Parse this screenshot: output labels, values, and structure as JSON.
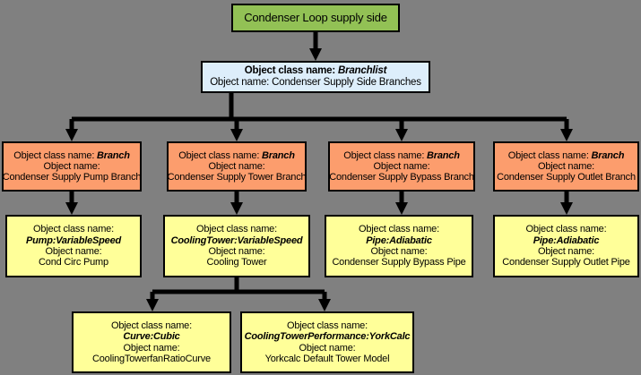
{
  "diagram": {
    "title": "Condenser Loop supply side",
    "background_color": "#808080",
    "colors": {
      "root": "#92c155",
      "branchlist": "#ddeefb",
      "branch": "#fc9d6d",
      "component": "#ffff99",
      "border": "#000000",
      "connector": "#000000"
    },
    "labels": {
      "class_prefix": "Object class name:",
      "name_prefix": "Object name:"
    },
    "nodes": {
      "root": {
        "text": "Condenser Loop supply side"
      },
      "branchlist": {
        "class_line": "Object class name:",
        "class_value": "Branchlist",
        "name_line": "Object name: Condenser Supply Side Branches"
      },
      "branch_pump": {
        "class_line": "Object class name:",
        "class_value": "Branch",
        "name_line": "Object name:",
        "name_value": "Condenser Supply Pump Branch"
      },
      "branch_tower": {
        "class_line": "Object class name:",
        "class_value": "Branch",
        "name_line": "Object name:",
        "name_value": "Condenser Supply Tower Branch"
      },
      "branch_bypass": {
        "class_line": "Object class name:",
        "class_value": "Branch",
        "name_line": "Object name:",
        "name_value": "Condenser Supply Bypass Branch"
      },
      "branch_outlet": {
        "class_line": "Object class name:",
        "class_value": "Branch",
        "name_line": "Object name:",
        "name_value": "Condenser Supply Outlet Branch"
      },
      "comp_pump": {
        "class_line": "Object class name:",
        "class_value": "Pump:VariableSpeed",
        "name_line": "Object name:",
        "name_value": "Cond Circ Pump"
      },
      "comp_tower": {
        "class_line": "Object class name:",
        "class_value": "CoolingTower:VariableSpeed",
        "name_line": "Object name:",
        "name_value": "Cooling Tower"
      },
      "comp_bypass_pipe": {
        "class_line": "Object class name:",
        "class_value": "Pipe:Adiabatic",
        "name_line": "Object name:",
        "name_value": "Condenser Supply Bypass Pipe"
      },
      "comp_outlet_pipe": {
        "class_line": "Object class name:",
        "class_value": "Pipe:Adiabatic",
        "name_line": "Object name:",
        "name_value": "Condenser Supply Outlet Pipe"
      },
      "comp_curve": {
        "class_line": "Object class name:",
        "class_value": "Curve:Cubic",
        "name_line": "Object name:",
        "name_value": "CoolingTowerfanRatioCurve"
      },
      "comp_perf": {
        "class_line": "Object class name:",
        "class_value": "CoolingTowerPerformance:YorkCalc",
        "name_line": "Object name:",
        "name_value": "Yorkcalc Default Tower Model"
      }
    }
  }
}
